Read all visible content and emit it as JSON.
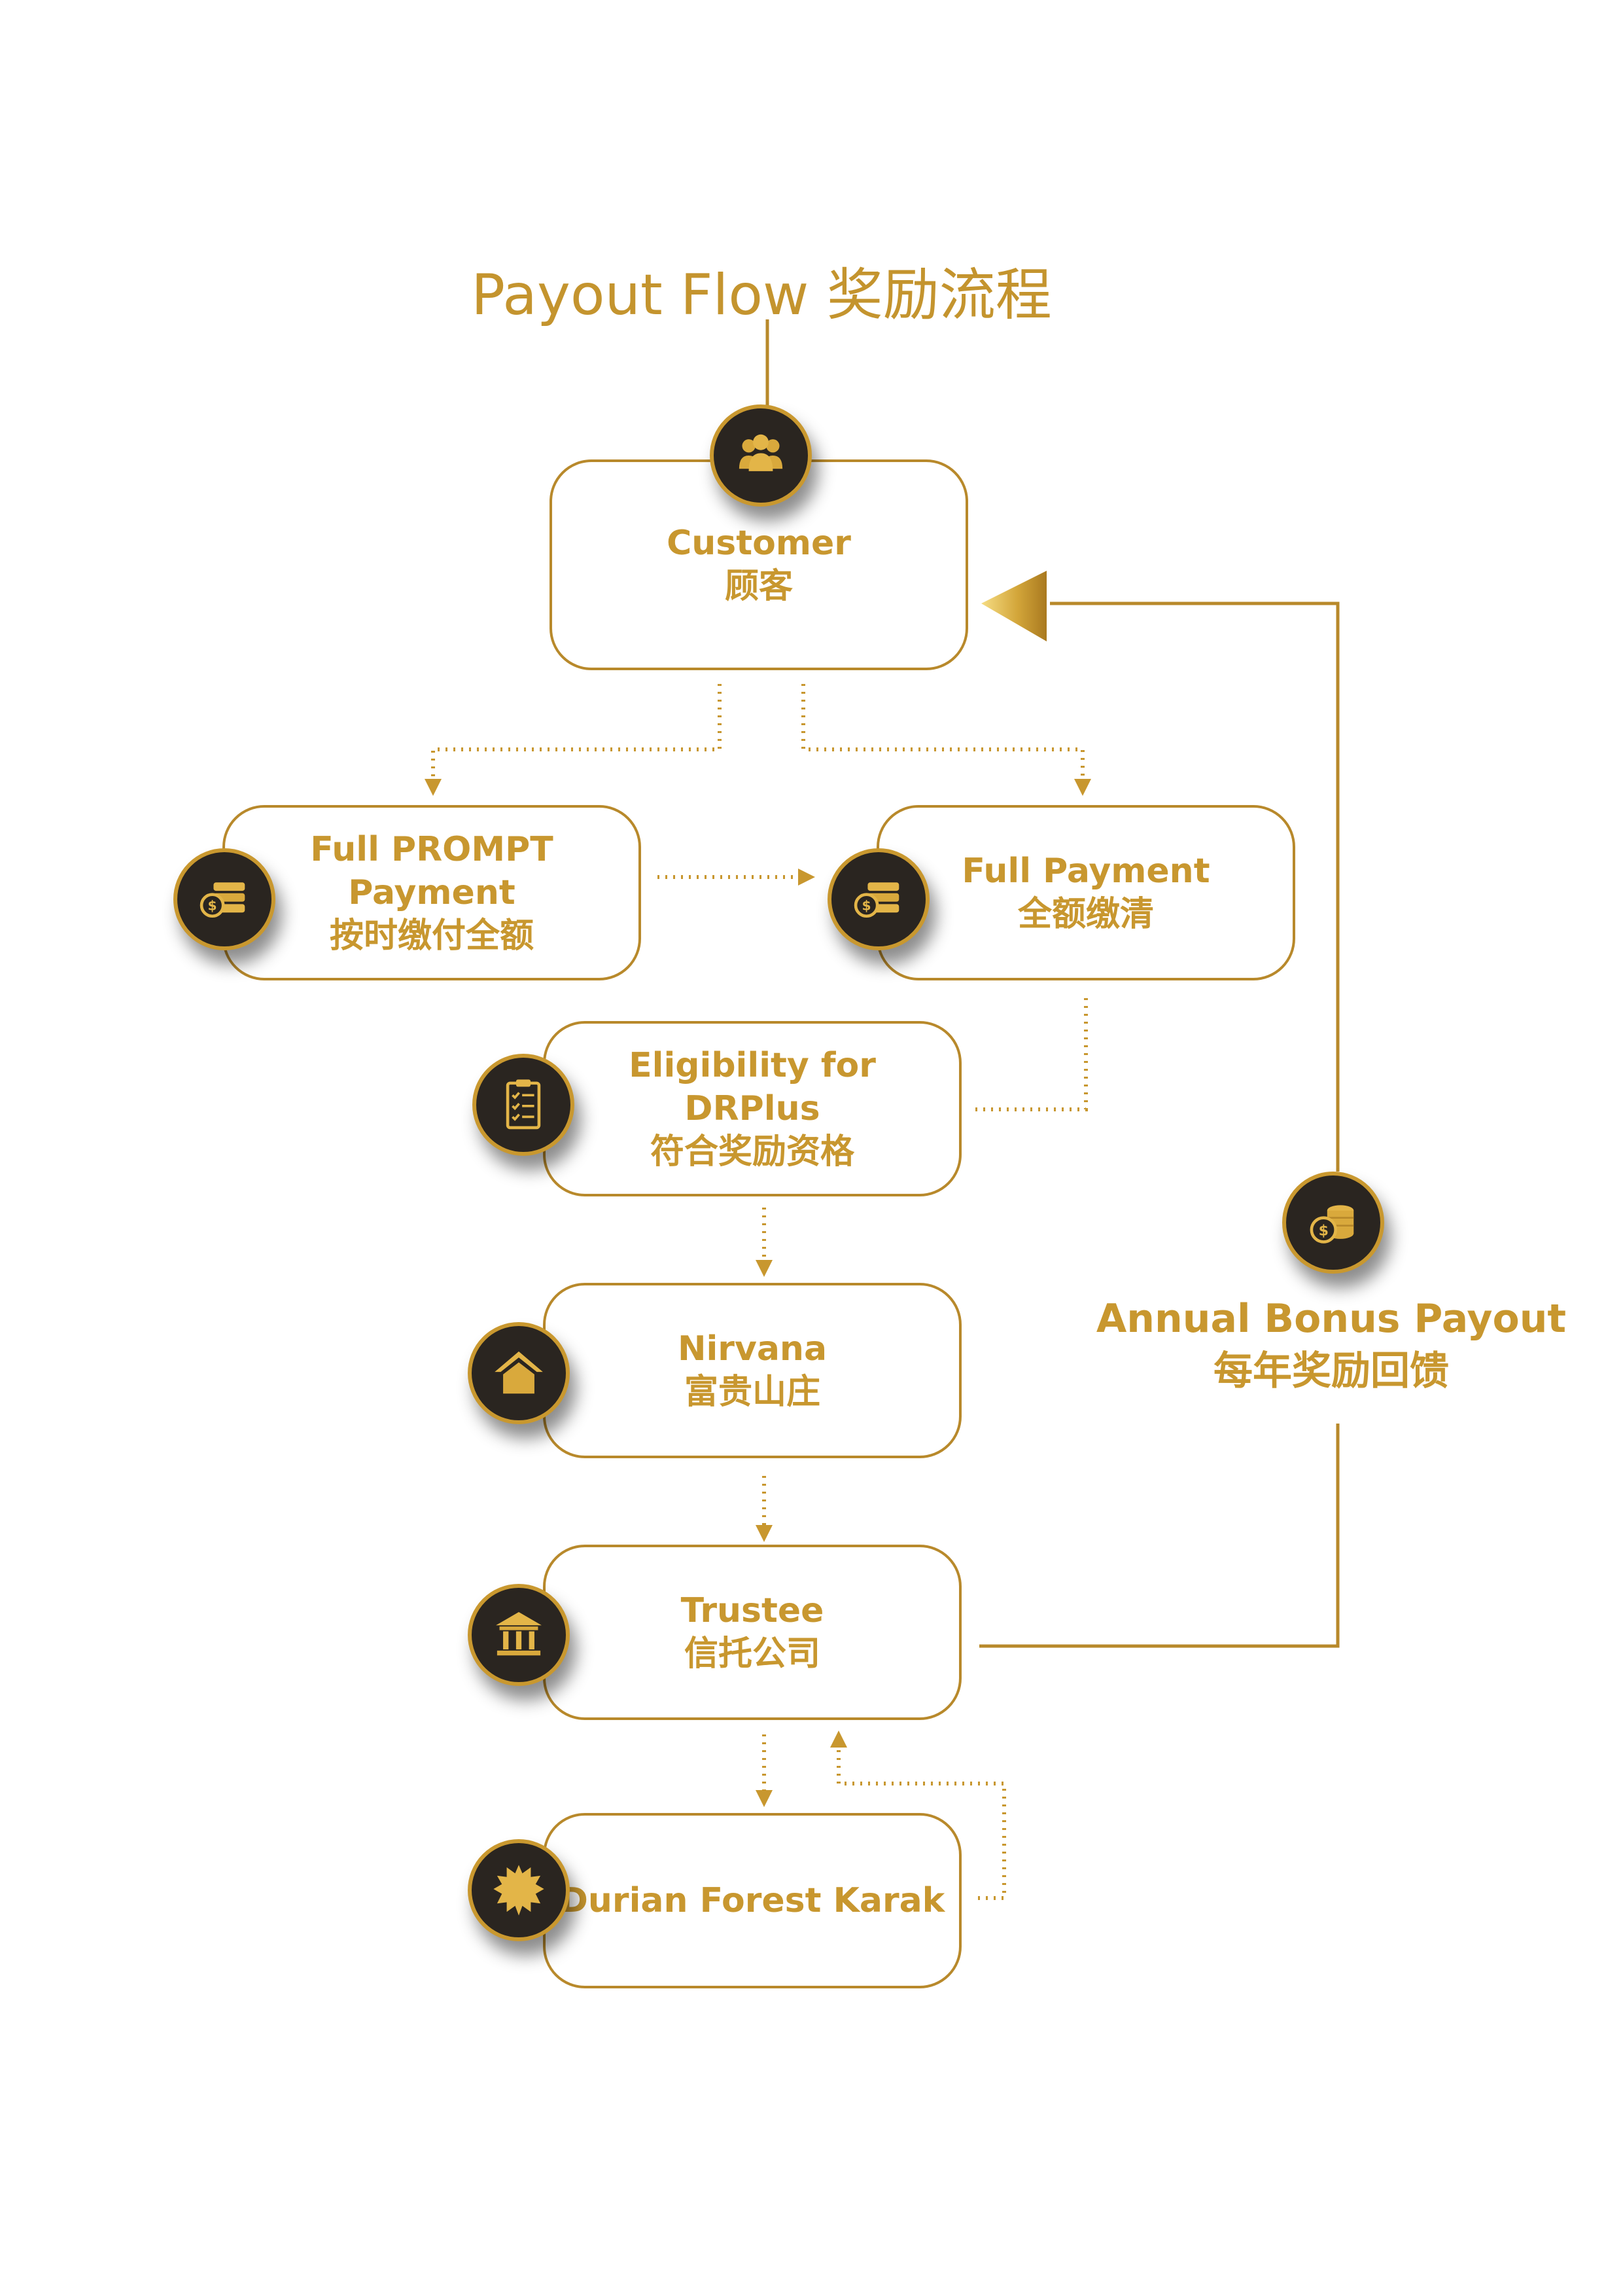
{
  "title": "Payout Flow 奖励流程",
  "colors": {
    "gold": "#c8972f",
    "gold_dark": "#b8892b",
    "badge_fill": "#2a2520",
    "background": "#ffffff"
  },
  "nodes": {
    "customer": {
      "en": "Customer",
      "zh": "顾客",
      "icon": "people-group-icon"
    },
    "full_prompt": {
      "en": "Full PROMPT\nPayment",
      "zh": "按时缴付全额",
      "icon": "coin-stack-icon"
    },
    "full_payment": {
      "en": "Full Payment",
      "zh": "全额缴清",
      "icon": "coin-stack-icon"
    },
    "eligibility": {
      "en": "Eligibility for\nDRPlus",
      "zh": "符合奖励资格",
      "icon": "clipboard-checklist-icon"
    },
    "nirvana": {
      "en": "Nirvana",
      "zh": "富贵山庄",
      "icon": "house-icon"
    },
    "trustee": {
      "en": "Trustee",
      "zh": "信托公司",
      "icon": "bank-building-icon"
    },
    "durian": {
      "en": "Durian Forest Karak",
      "zh": "",
      "icon": "starburst-seal-icon"
    }
  },
  "bonus": {
    "en": "Annual Bonus Payout",
    "zh": "每年奖励回馈",
    "icon": "coins-icon"
  }
}
